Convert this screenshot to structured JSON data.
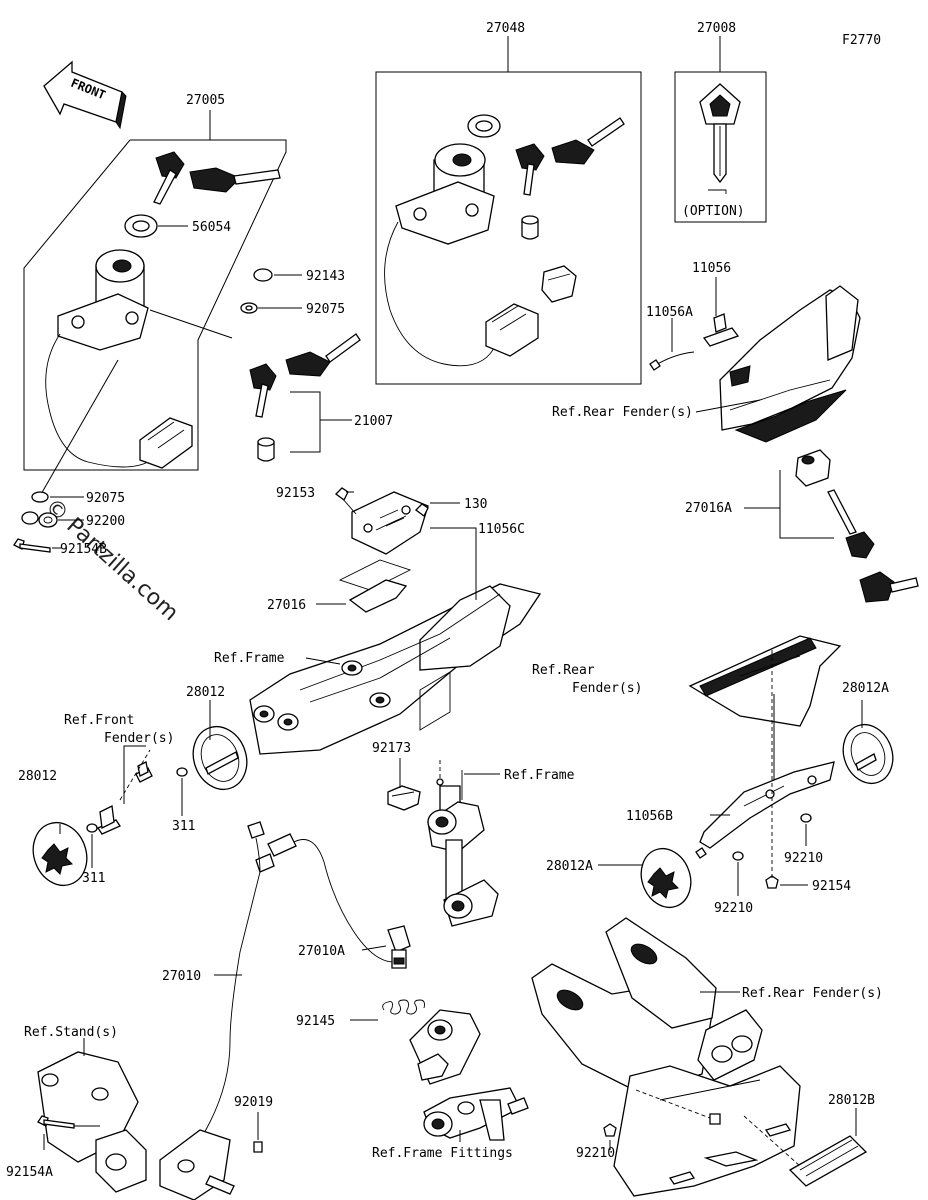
{
  "figure_code": "F2770",
  "watermark": "© Partzilla.com",
  "front_arrow": "FRONT",
  "option_note": "(OPTION)",
  "callouts": {
    "c27005": "27005",
    "c56054": "56054",
    "c92143": "92143",
    "c92075a": "92075",
    "c21007": "21007",
    "c92075b": "92075",
    "c92200": "92200",
    "c92154b": "92154B",
    "c27048": "27048",
    "c27008": "27008",
    "c11056": "11056",
    "c11056a": "11056A",
    "refRearFender1": "Ref.Rear Fender(s)",
    "c27016a": "27016A",
    "c92153": "92153",
    "c130": "130",
    "c11056c": "11056C",
    "c27016": "27016",
    "refFrame1": "Ref.Frame",
    "c28012a": "28012",
    "refFrontFender1": "Ref.Front",
    "refFrontFender2": "Fender(s)",
    "c28012b": "28012",
    "c311a": "311",
    "c311b": "311",
    "c92173": "92173",
    "refFrame2": "Ref.Frame",
    "refRearFender2a": "Ref.Rear",
    "refRearFender2b": "Fender(s)",
    "c28012A1": "28012A",
    "c11056b": "11056B",
    "c92210a": "92210",
    "c28012A2": "28012A",
    "c92210b": "92210",
    "c92154": "92154",
    "c27010a": "27010A",
    "c92145": "92145",
    "c27010": "27010",
    "refRearFender3": "Ref.Rear Fender(s)",
    "refStand": "Ref.Stand(s)",
    "c92019": "92019",
    "c92154a": "92154A",
    "refFrameFittings": "Ref.Frame Fittings",
    "c28012B": "28012B",
    "c92210c": "92210"
  }
}
